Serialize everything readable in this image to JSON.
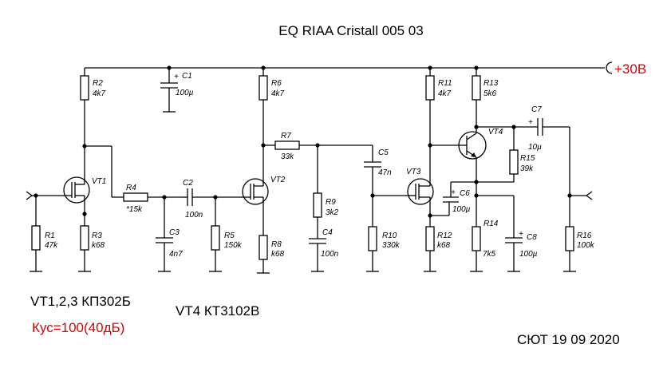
{
  "title": "EQ RIAA Cristall 005 03",
  "supply": "+30В",
  "notes": {
    "fets": "VT1,2,3 КП302Б",
    "bjt": "VT4 КТ3102В",
    "gain": "Кус=100(40дБ)",
    "signature": "СЮТ 19 09 2020"
  },
  "components": {
    "R1": {
      "ref": "R1",
      "val": "47k"
    },
    "R2": {
      "ref": "R2",
      "val": "4k7"
    },
    "R3": {
      "ref": "R3",
      "val": "k68"
    },
    "R4": {
      "ref": "R4",
      "val": "*15k"
    },
    "R5": {
      "ref": "R5",
      "val": "150k"
    },
    "R6": {
      "ref": "R6",
      "val": "4k7"
    },
    "R7": {
      "ref": "R7",
      "val": "33k"
    },
    "R8": {
      "ref": "R8",
      "val": "k68"
    },
    "R9": {
      "ref": "R9",
      "val": "3k2"
    },
    "R10": {
      "ref": "R10",
      "val": "330k"
    },
    "R11": {
      "ref": "R11",
      "val": "4k7"
    },
    "R12": {
      "ref": "R12",
      "val": "k68"
    },
    "R13": {
      "ref": "R13",
      "val": "5k6"
    },
    "R14": {
      "ref": "R14",
      "val": "7k5"
    },
    "R15": {
      "ref": "R15",
      "val": "39k"
    },
    "R16": {
      "ref": "R16",
      "val": "100k"
    },
    "C1": {
      "ref": "C1",
      "val": "100µ"
    },
    "C2": {
      "ref": "C2",
      "val": "100n"
    },
    "C3": {
      "ref": "C3",
      "val": "4n7"
    },
    "C4": {
      "ref": "C4",
      "val": "100n"
    },
    "C5": {
      "ref": "C5",
      "val": "47n"
    },
    "C6": {
      "ref": "C6",
      "val": "100µ"
    },
    "C7": {
      "ref": "C7",
      "val": "10µ"
    },
    "C8": {
      "ref": "C8",
      "val": "100µ"
    },
    "VT1": {
      "ref": "VT1"
    },
    "VT2": {
      "ref": "VT2"
    },
    "VT3": {
      "ref": "VT3"
    },
    "VT4": {
      "ref": "VT4"
    }
  }
}
